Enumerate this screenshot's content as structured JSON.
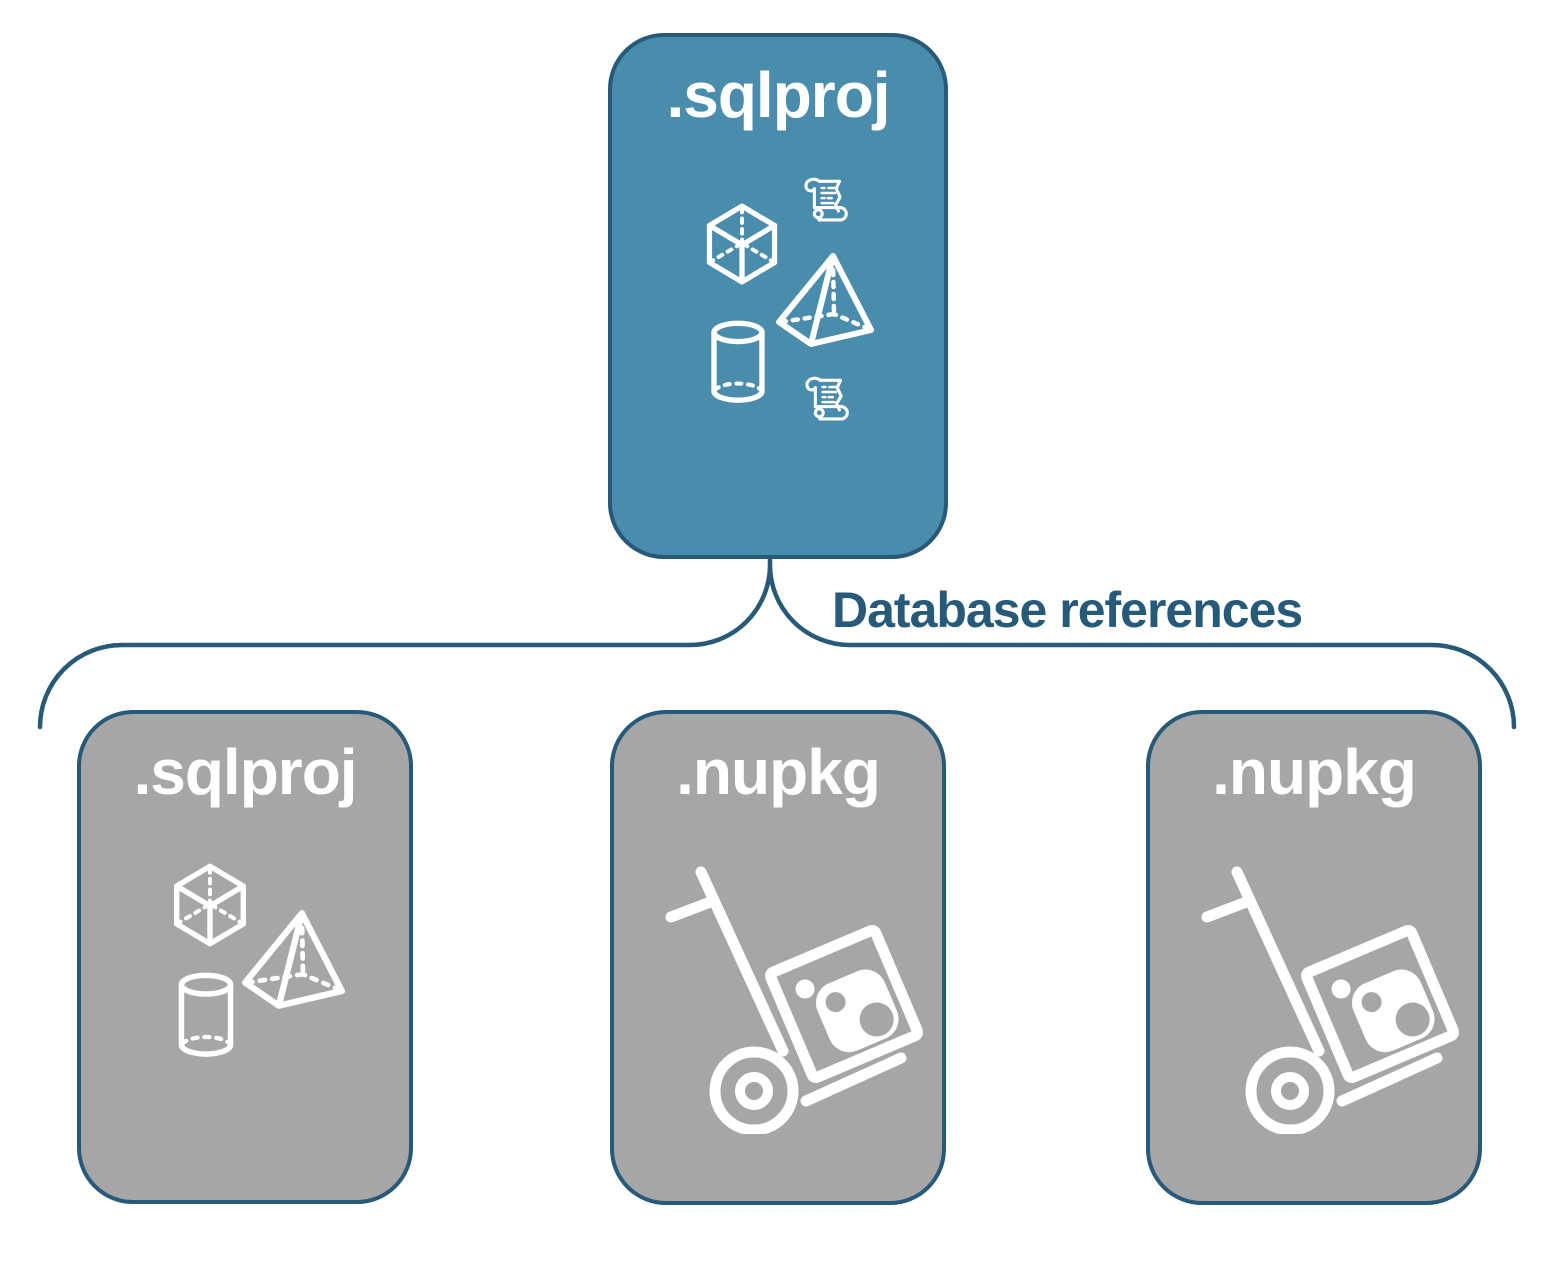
{
  "diagram": {
    "parent": {
      "label": ".sqlproj",
      "icons": [
        "scroll-icon",
        "cube-icon",
        "pyramid-icon",
        "cylinder-icon",
        "scroll-icon"
      ]
    },
    "connector_label": "Database references",
    "children": [
      {
        "label": ".sqlproj",
        "type": "sql-project",
        "icons": [
          "cube-icon",
          "pyramid-icon",
          "cylinder-icon"
        ]
      },
      {
        "label": ".nupkg",
        "type": "nuget-package",
        "icons": [
          "handtruck-package-icon"
        ]
      },
      {
        "label": ".nupkg",
        "type": "nuget-package",
        "icons": [
          "handtruck-package-icon"
        ]
      }
    ],
    "colors": {
      "parent_fill": "#4A8CAB",
      "child_fill": "#A6A6A6",
      "outline": "#275979",
      "title_text": "#FFFFFF",
      "icon_stroke": "#FFFFFF",
      "background": "#FFFFFF"
    }
  }
}
